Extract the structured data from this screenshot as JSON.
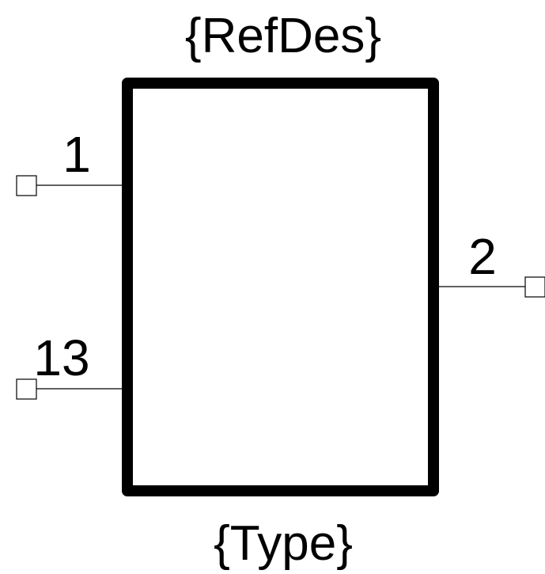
{
  "symbol": {
    "refdes_label": "{RefDes}",
    "type_label": "{Type}",
    "body_color": "#000000",
    "background_color": "#ffffff"
  },
  "pins": [
    {
      "number": "1",
      "side": "left"
    },
    {
      "number": "13",
      "side": "left"
    },
    {
      "number": "2",
      "side": "right"
    }
  ]
}
